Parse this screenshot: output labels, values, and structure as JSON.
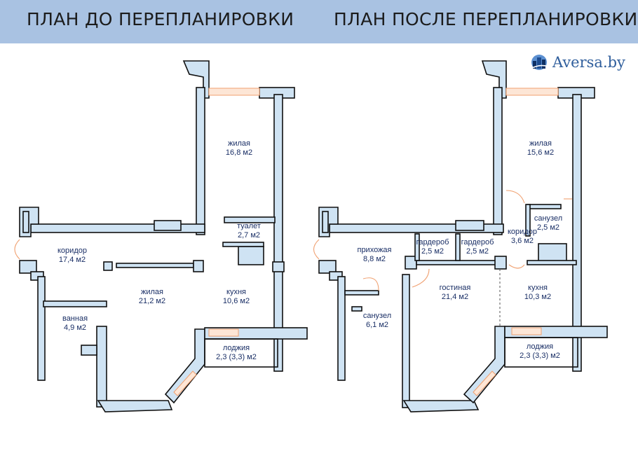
{
  "header": {
    "title_before": "ПЛАН ДО ПЕРЕПЛАНИРОВКИ",
    "title_after": "ПЛАН ПОСЛЕ ПЕРЕПЛАНИРОВКИ"
  },
  "logo": {
    "text": "Aversa.by",
    "icon": "building-logo-icon"
  },
  "colors": {
    "header_bg": "#a9c2e2",
    "wall_fill": "#cfe3f3",
    "wall_stroke": "#101010",
    "window": "#f0a070",
    "label_text": "#1a2f66"
  },
  "plan_before": {
    "rooms": [
      {
        "name": "жилая",
        "area": "16,8 м2"
      },
      {
        "name": "туалет",
        "area": "2,7 м2"
      },
      {
        "name": "коридор",
        "area": "17,4 м2"
      },
      {
        "name": "жилая",
        "area": "21,2 м2"
      },
      {
        "name": "кухня",
        "area": "10,6 м2"
      },
      {
        "name": "ванная",
        "area": "4,9 м2"
      },
      {
        "name": "лоджия",
        "area": "2,3 (3,3) м2"
      }
    ]
  },
  "plan_after": {
    "rooms": [
      {
        "name": "жилая",
        "area": "15,6 м2"
      },
      {
        "name": "санузел",
        "area": "2,5 м2"
      },
      {
        "name": "коридор",
        "area": "3,6 м2"
      },
      {
        "name": "прихожая",
        "area": "8,8 м2"
      },
      {
        "name": "гардероб",
        "area": "2,5 м2"
      },
      {
        "name": "гардероб",
        "area": "2,5 м2"
      },
      {
        "name": "гостиная",
        "area": "21,4 м2"
      },
      {
        "name": "кухня",
        "area": "10,3 м2"
      },
      {
        "name": "санузел",
        "area": "6,1 м2"
      },
      {
        "name": "лоджия",
        "area": "2,3 (3,3) м2"
      }
    ]
  }
}
